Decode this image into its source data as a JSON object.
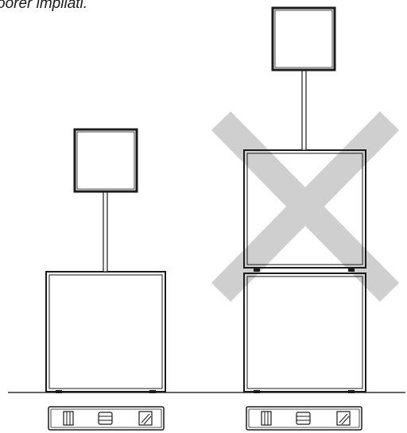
{
  "caption": "oorer impilati.",
  "colors": {
    "line": "#1a1a1a",
    "cross": "#cfcfcf"
  },
  "icons": {
    "speaker-box": "speaker-box-icon",
    "level-tool": "level-tool-icon",
    "prohibited-cross": "prohibited-cross-icon"
  },
  "scenes": [
    {
      "name": "correct",
      "stacked_subwoofers": 1,
      "prohibited": false
    },
    {
      "name": "incorrect",
      "stacked_subwoofers": 2,
      "prohibited": true
    }
  ]
}
